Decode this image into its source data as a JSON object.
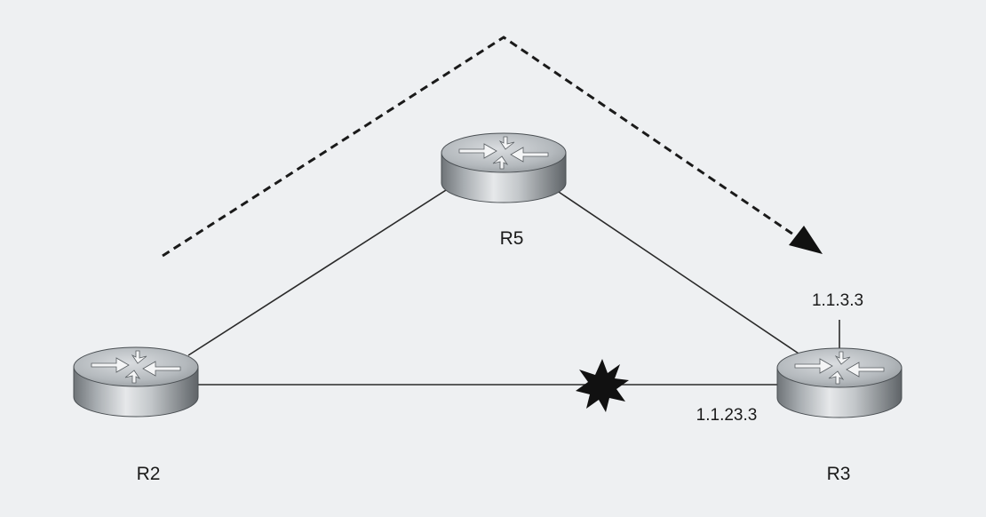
{
  "routers": {
    "r2": {
      "label": "R2"
    },
    "r3": {
      "label": "R3"
    },
    "r5": {
      "label": "R5"
    }
  },
  "interfaces": {
    "r3_loopback": "1.1.3.3",
    "r3_link_to_r2": "1.1.23.3"
  },
  "links": [
    {
      "from": "R2",
      "to": "R5",
      "state": "up"
    },
    {
      "from": "R5",
      "to": "R3",
      "state": "up"
    },
    {
      "from": "R2",
      "to": "R3",
      "state": "failed"
    }
  ],
  "colors": {
    "background": "#eef0f2",
    "line": "#2a2a2a",
    "failure_burst": "#111111"
  },
  "icons": [
    "router-icon",
    "link-failure-burst-icon",
    "arrowhead-icon"
  ]
}
